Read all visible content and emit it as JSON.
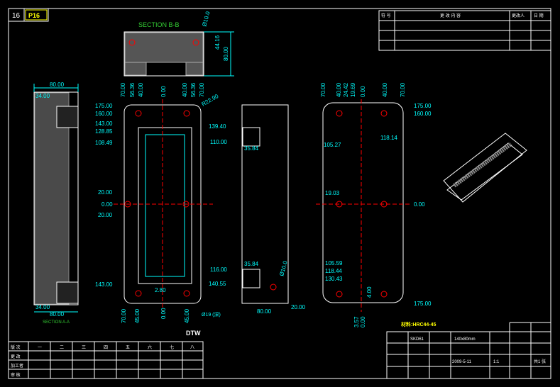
{
  "sheet": {
    "number": "16",
    "code": "P16"
  },
  "section_bb": {
    "label": "SECTION B-B",
    "dims": [
      "Ø10.0",
      "44.16",
      "80.00"
    ]
  },
  "section_aa": {
    "label": "SECTION A-A",
    "dims": [
      "80.00",
      "34.00",
      "34.00",
      "80.00"
    ]
  },
  "front_view": {
    "top_dims": [
      "70.00",
      "56.36",
      "40.00",
      "0.00",
      "40.00",
      "56.36",
      "70.00"
    ],
    "left_dims": [
      "175.00",
      "160.00",
      "143.00",
      "128.85",
      "108.49",
      "20.00",
      "0.00",
      "20.00",
      "143.00"
    ],
    "right_dims": [
      "R22.90",
      "139.40",
      "110.00",
      "116.00",
      "140.55"
    ],
    "bottom_dims": [
      "70.00",
      "45.00",
      "0.00",
      "45.00",
      "2.80"
    ],
    "note": "Ø19 (深)",
    "label": "DTW"
  },
  "side_view": {
    "dims": [
      "35.84",
      "35.84",
      "Ø10.0",
      "80.00",
      "20.00"
    ]
  },
  "cavity_view": {
    "top_dims": [
      "70.00",
      "40.00",
      "24.42",
      "19.69",
      "0.00",
      "40.00",
      "70.00"
    ],
    "left_dims": [
      "105.27",
      "19.03",
      "105.59",
      "118.44",
      "130.43"
    ],
    "right_dims": [
      "175.00",
      "160.00",
      "118.14",
      "0.00",
      "175.00"
    ],
    "bottom_dims": [
      "3.57",
      "0.00",
      "4.00"
    ]
  },
  "material_note": "材料:HRC44-45",
  "revision_table": {
    "headers": [
      "符 号",
      "更 改 内 容",
      "更改人",
      "日 期"
    ]
  },
  "bottom_table": {
    "row_labels": [
      "版 次",
      "更 改",
      "加工者",
      "审 核"
    ],
    "columns": [
      "一",
      "二",
      "三",
      "四",
      "五",
      "六",
      "七",
      "八"
    ]
  },
  "title_block": {
    "name": "140x80mm",
    "date": "2009-5-11",
    "scale": "1:1",
    "sheet": "共1 张",
    "material": "SKD61"
  }
}
